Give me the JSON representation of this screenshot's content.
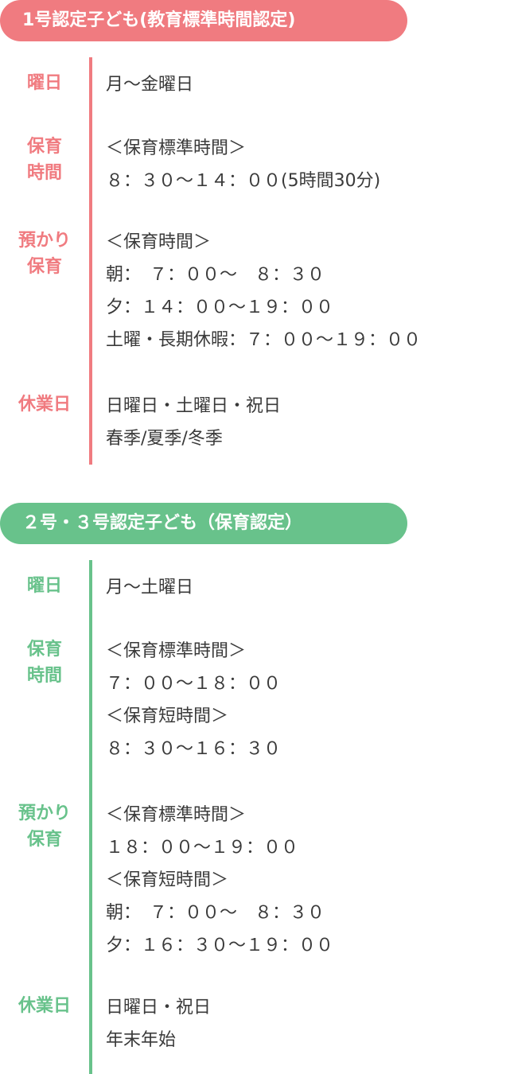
{
  "section1": {
    "title": "1号認定子ども(教育標準時間認定)",
    "rows": [
      {
        "label": [
          "曜日"
        ],
        "lines": [
          "月〜金曜日"
        ]
      },
      {
        "label": [
          "保育",
          "時間"
        ],
        "lines": [
          "＜保育標準時間＞",
          "８：３０〜１４：００(5時間30分)"
        ]
      },
      {
        "label": [
          "預かり",
          "保育"
        ],
        "lines": [
          "＜保育時間＞",
          "朝：　７：００〜　８：３０",
          "夕：１４：００〜１９：００",
          "土曜・長期休暇：７：００〜１９：００"
        ]
      },
      {
        "label": [
          "休業日"
        ],
        "lines": [
          "日曜日・土曜日・祝日",
          "春季/夏季/冬季"
        ]
      }
    ]
  },
  "section2": {
    "title": "２号・３号認定子ども（保育認定）",
    "rows": [
      {
        "label": [
          "曜日"
        ],
        "lines": [
          "月〜土曜日"
        ]
      },
      {
        "label": [
          "保育",
          "時間"
        ],
        "lines": [
          "＜保育標準時間＞",
          "７：００〜１８：００",
          "＜保育短時間＞",
          "８：３０〜１６：３０"
        ]
      },
      {
        "label": [
          "預かり",
          "保育"
        ],
        "lines": [
          "＜保育標準時間＞",
          "１８：００〜１９：００",
          "＜保育短時間＞",
          "朝：　７：００〜　８：３０",
          "夕：１６：３０〜１９：００"
        ]
      },
      {
        "label": [
          "休業日"
        ],
        "lines": [
          "日曜日・祝日",
          "年末年始"
        ]
      }
    ]
  },
  "colors": {
    "section1_accent": "#f07b80",
    "section2_accent": "#68c28b",
    "text": "#3a3a3a"
  }
}
